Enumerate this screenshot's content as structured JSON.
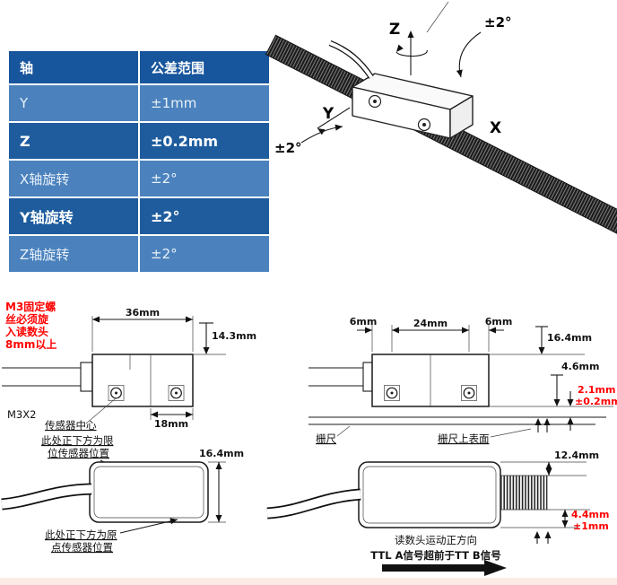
{
  "tolerance_table": {
    "headers": [
      "轴",
      "公差范围"
    ],
    "rows": [
      {
        "axis": "Y",
        "value": "±1mm"
      },
      {
        "axis": "Z",
        "value": "±0.2mm"
      },
      {
        "axis": "X轴旋转",
        "value": "±2°"
      },
      {
        "axis": "Y轴旋转",
        "value": "±2°"
      },
      {
        "axis": "Z轴旋转",
        "value": "±2°"
      }
    ]
  },
  "iso": {
    "axis_z": "Z",
    "axis_y": "Y",
    "axis_x": "X",
    "tol_top_right": "±2°",
    "tol_left": "±2°"
  },
  "side_left": {
    "note": [
      "M3固定螺",
      "丝必须旋",
      "入读数头",
      "8mm以上"
    ],
    "dim_width": "36mm",
    "dim_height": "14.3mm",
    "dim_center": "18mm",
    "screw_label": "M3X2",
    "sensor_center": "传感器中心",
    "limit_note": [
      "此处正下方为限",
      "位传感器位置"
    ]
  },
  "side_right": {
    "dim_left": "6mm",
    "dim_holes": "24mm",
    "dim_right": "6mm",
    "dim_height": "16.4mm",
    "dim_bottom": "4.6mm",
    "dim_gap": "2.1mm",
    "dim_gap_tol": "±0.2mm",
    "scale_label": "栅尺",
    "scale_surface_label": "栅尺上表面"
  },
  "top_left": {
    "dim_height": "16.4mm",
    "origin_note": [
      "此处正下方为原",
      "点传感器位置"
    ]
  },
  "top_right": {
    "dim_height": "12.4mm",
    "dim_offset": "4.4mm",
    "dim_offset_tol": "±1mm",
    "direction_label": "读数头运动正方向",
    "ttl_label": "TTL A信号超前于TT B信号"
  }
}
